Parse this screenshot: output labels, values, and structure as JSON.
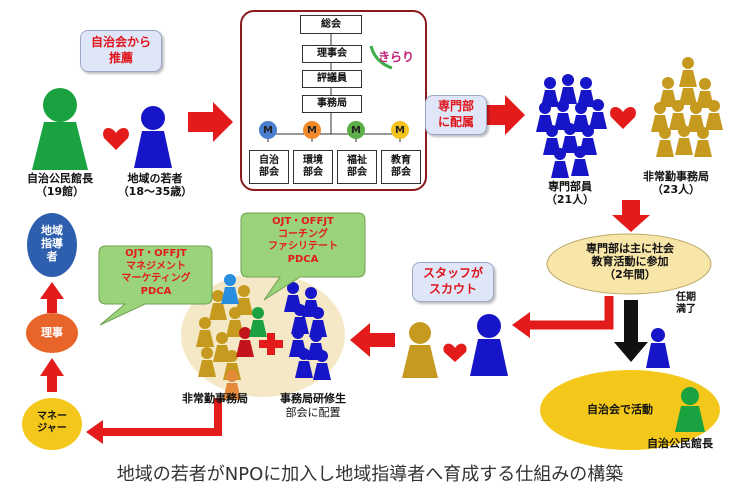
{
  "org_chart": {
    "general_assembly": "総会",
    "board": "理事会",
    "councilors": "評議員",
    "secretariat": "事務局",
    "logo_text": "きらり",
    "committees": [
      {
        "name": "自治\n部会",
        "marker": "M",
        "color": "#4a7fd0"
      },
      {
        "name": "環境\n部会",
        "marker": "M",
        "color": "#f28a2c"
      },
      {
        "name": "福祉\n部会",
        "marker": "M",
        "color": "#5cae48"
      },
      {
        "name": "教育\n部会",
        "marker": "M",
        "color": "#f3c21b"
      }
    ]
  },
  "callouts": {
    "recommend": "自治会から\n推薦",
    "assign": "専門部\nに配属",
    "scout": "スタッフが\nスカウト",
    "training_right": "OJT・OFFJT\nコーチング\nファシリテート\nPDCA",
    "training_left": "OJT・OFFJT\nマネジメント\nマーケティング\nPDCA"
  },
  "people": {
    "kominkan_head": "自治公民館長\n（19館）",
    "local_youth": "地域の若者\n（18～35歳）",
    "specialist_members": "専門部員\n（21人）",
    "parttime_staff": "非常勤事務局\n（23人）",
    "bottom_parttime": "非常勤事務局",
    "bottom_trainee": "事務局研修生",
    "bottom_trainee_sub": "部会に配置",
    "bottom_right_head": "自治公民館長"
  },
  "flow": {
    "social_education": "専門部は主に社会\n教育活動に参加\n（2年間）",
    "term_end": "任期\n満了",
    "community_activity": "自治会で活動",
    "manager": "マネー\nジャー",
    "director": "理事",
    "leader": "地域\n指導\n者"
  },
  "caption": "地域の若者がNPOに加入し地域指導者へ育成する仕組みの構築",
  "colors": {
    "arrow_red": "#e31b1b",
    "person_green": "#19a23f",
    "person_blue": "#1616c8",
    "person_gold": "#c69a1e",
    "oval_yellow": "#f8e6a8",
    "oval_gold": "#f4c81a",
    "callout_green": "#9bd37a"
  }
}
